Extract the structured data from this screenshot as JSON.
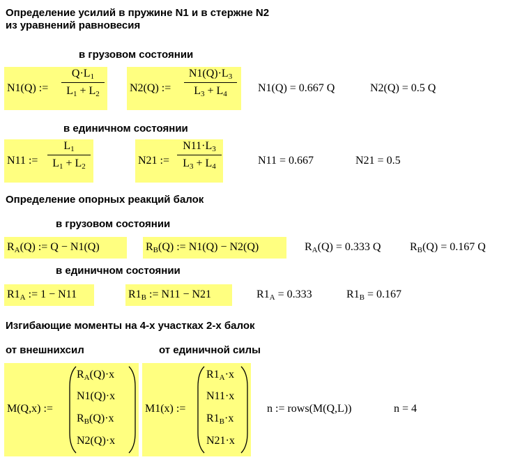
{
  "headings": {
    "h1a": "Определение усилий в пружине N1 и в стержне N2",
    "h1b": "из уравнений равновесия",
    "h2": "в грузовом состоянии",
    "h3": "в единичном состоянии",
    "h4": "Определение опорных реакций балок",
    "h5": "в грузовом состоянии",
    "h6": "в единичном состоянии",
    "h7": "Изгибающие моменты на 4-х участках 2-х балок",
    "h8": "от внешнихсил",
    "h9": "от единичной силы"
  },
  "row1": {
    "n1_lhs": "N1(Q) :=",
    "n1_num": "Q·L",
    "n1_num_sub": "1",
    "n1_den_a": "L",
    "n1_den_a_sub": "1",
    "n1_den_op": " + L",
    "n1_den_b_sub": "2",
    "n2_lhs": "N2(Q) :=",
    "n2_num": "N1(Q)·L",
    "n2_num_sub": "3",
    "n2_den_a": "L",
    "n2_den_a_sub": "3",
    "n2_den_op": " + L",
    "n2_den_b_sub": "4",
    "res1": "N1(Q) = 0.667 Q",
    "res2": "N2(Q) = 0.5 Q"
  },
  "row2": {
    "n11_lhs": "N11 :=",
    "n11_num": "L",
    "n11_num_sub": "1",
    "n11_den_a": "L",
    "n11_den_a_sub": "1",
    "n11_den_op": " + L",
    "n11_den_b_sub": "2",
    "n21_lhs": "N21 :=",
    "n21_num": "N11·L",
    "n21_num_sub": "3",
    "n21_den_a": "L",
    "n21_den_a_sub": "3",
    "n21_den_op": " + L",
    "n21_den_b_sub": "4",
    "res1": "N11 = 0.667",
    "res2": "N21 = 0.5"
  },
  "row3": {
    "ra_a": "R",
    "ra_sub": "A",
    "ra_b": "(Q) := Q − N1(Q)",
    "rb_a": "R",
    "rb_sub": "B",
    "rb_b": "(Q) := N1(Q) − N2(Q)",
    "res1_a": "R",
    "res1_sub": "A",
    "res1_b": "(Q) = 0.333 Q",
    "res2_a": "R",
    "res2_sub": "B",
    "res2_b": "(Q) = 0.167 Q"
  },
  "row4": {
    "r1a_a": "R1",
    "r1a_sub": "A",
    "r1a_b": " := 1 − N11",
    "r1b_a": "R1",
    "r1b_sub": "B",
    "r1b_b": " := N11 − N21",
    "res1_a": "R1",
    "res1_sub": "A",
    "res1_b": " = 0.333",
    "res2_a": "R1",
    "res2_sub": "B",
    "res2_b": " = 0.167"
  },
  "row5": {
    "m_lhs": "M(Q,x) :=",
    "m1_lhs": "M1(x) :=",
    "m_entries": [
      {
        "a": "R",
        "sub": "A",
        "b": "(Q)·x"
      },
      {
        "a": "N1(Q)·x",
        "sub": "",
        "b": ""
      },
      {
        "a": "R",
        "sub": "B",
        "b": "(Q)·x"
      },
      {
        "a": "N2(Q)·x",
        "sub": "",
        "b": ""
      }
    ],
    "m1_entries": [
      {
        "a": "R1",
        "sub": "A",
        "b": "·x"
      },
      {
        "a": "N11·x",
        "sub": "",
        "b": ""
      },
      {
        "a": "R1",
        "sub": "B",
        "b": "·x"
      },
      {
        "a": "N21·x",
        "sub": "",
        "b": ""
      }
    ],
    "n_def": "n := rows(M(Q,L))",
    "n_res": "n = 4"
  },
  "colors": {
    "highlight": "#ffff80"
  }
}
